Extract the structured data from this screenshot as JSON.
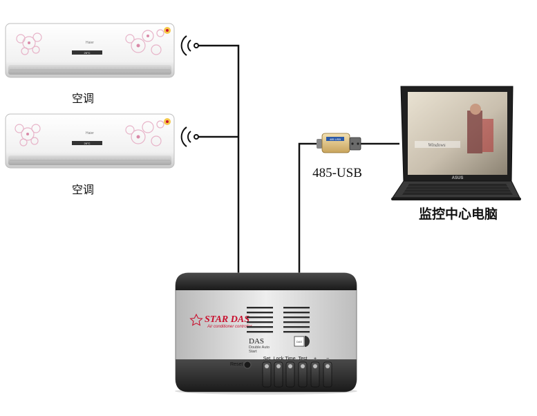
{
  "ac_units": [
    {
      "label": "空调",
      "brand": "Haier",
      "display": "26°C"
    },
    {
      "label": "空调",
      "brand": "Haier",
      "display": "26°C"
    }
  ],
  "converter": {
    "label": "485-USB",
    "chip_text": "485 USB"
  },
  "computer": {
    "label": "监控中心电脑",
    "screen_brand": "Windows",
    "laptop_brand": "ASUS"
  },
  "controller": {
    "brand": "STAR DAS",
    "tagline": "Air conditioner controller",
    "model": "DAS",
    "model_sub_1": "Double Auto",
    "model_sub_2": "Start",
    "logo_text": "DAS",
    "reset_label": "Reset",
    "buttons": [
      "Set",
      "Lock",
      "Time",
      "Test",
      "+",
      "−"
    ]
  },
  "colors": {
    "wire": "#111111",
    "controller_body": "#d8d8d8",
    "controller_dark": "#2a2a2a",
    "brand_red": "#c8102e"
  }
}
